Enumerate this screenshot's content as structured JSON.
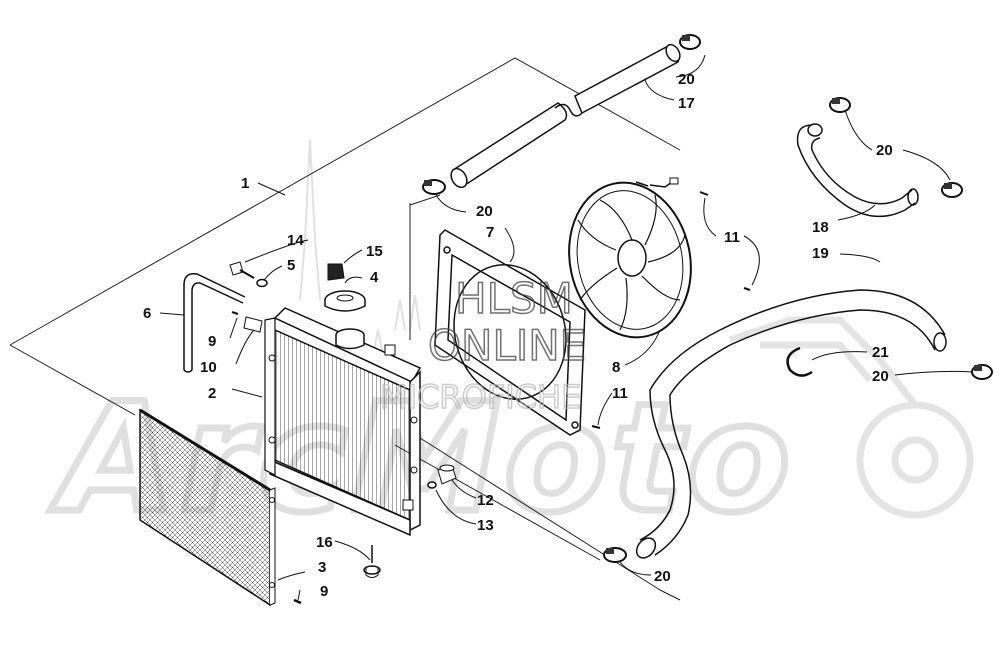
{
  "watermark": {
    "brand": "ArcMoto",
    "line1": "HLSM",
    "line2": "ONLINE",
    "line3": "MICROFICHE"
  },
  "callouts": [
    {
      "id": "c1",
      "text": "1"
    },
    {
      "id": "c2",
      "text": "2"
    },
    {
      "id": "c3",
      "text": "3"
    },
    {
      "id": "c4",
      "text": "4"
    },
    {
      "id": "c5",
      "text": "5"
    },
    {
      "id": "c6",
      "text": "6"
    },
    {
      "id": "c7",
      "text": "7"
    },
    {
      "id": "c8",
      "text": "8"
    },
    {
      "id": "c9a",
      "text": "9"
    },
    {
      "id": "c9b",
      "text": "9"
    },
    {
      "id": "c10",
      "text": "10"
    },
    {
      "id": "c11a",
      "text": "11"
    },
    {
      "id": "c11b",
      "text": "11"
    },
    {
      "id": "c12",
      "text": "12"
    },
    {
      "id": "c13",
      "text": "13"
    },
    {
      "id": "c14",
      "text": "14"
    },
    {
      "id": "c15",
      "text": "15"
    },
    {
      "id": "c16",
      "text": "16"
    },
    {
      "id": "c17",
      "text": "17"
    },
    {
      "id": "c18",
      "text": "18"
    },
    {
      "id": "c19",
      "text": "19"
    },
    {
      "id": "c20a",
      "text": "20"
    },
    {
      "id": "c20b",
      "text": "20"
    },
    {
      "id": "c20c",
      "text": "20"
    },
    {
      "id": "c20d",
      "text": "20"
    },
    {
      "id": "c20e",
      "text": "20"
    },
    {
      "id": "c21",
      "text": "21"
    }
  ]
}
